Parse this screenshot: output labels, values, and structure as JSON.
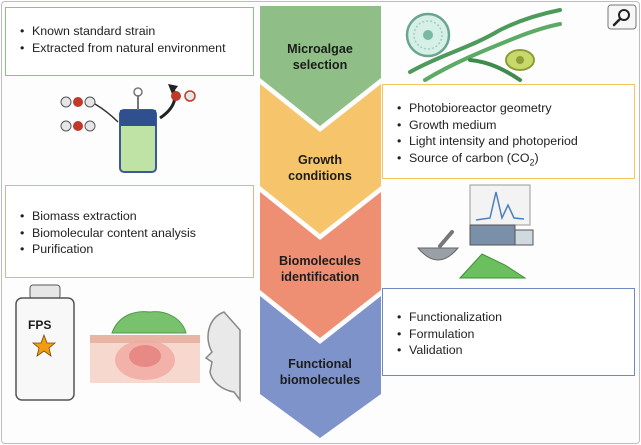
{
  "stages": [
    {
      "line1": "Microalgae",
      "line2": "selection",
      "color": "#8fbf86"
    },
    {
      "line1": "Growth",
      "line2": "conditions",
      "color": "#f6c46b"
    },
    {
      "line1": "Biomolecules",
      "line2": "identification",
      "color": "#ee8f73"
    },
    {
      "line1": "Functional",
      "line2": "biomolecules",
      "color": "#7d93c9"
    }
  ],
  "boxes": {
    "selection": {
      "items": [
        "Known standard strain",
        "Extracted from natural environment"
      ],
      "border": "#8fbf86"
    },
    "growth": {
      "items": [
        "Photobioreactor geometry",
        "Growth medium",
        "Light intensity and photoperiod",
        "Source of carbon (CO"
      ],
      "co2_subscript": "2",
      "co2_close": ")",
      "border": "#f3c75e"
    },
    "identification": {
      "items": [
        "Biomass extraction",
        "Biomolecular content analysis",
        "Purification"
      ],
      "border": "#e0b294"
    },
    "functional": {
      "items": [
        "Functionalization",
        "Formulation",
        "Validation"
      ],
      "border": "#6f89c2"
    }
  },
  "illustrations": {
    "sunscreen_label": "FPS"
  }
}
